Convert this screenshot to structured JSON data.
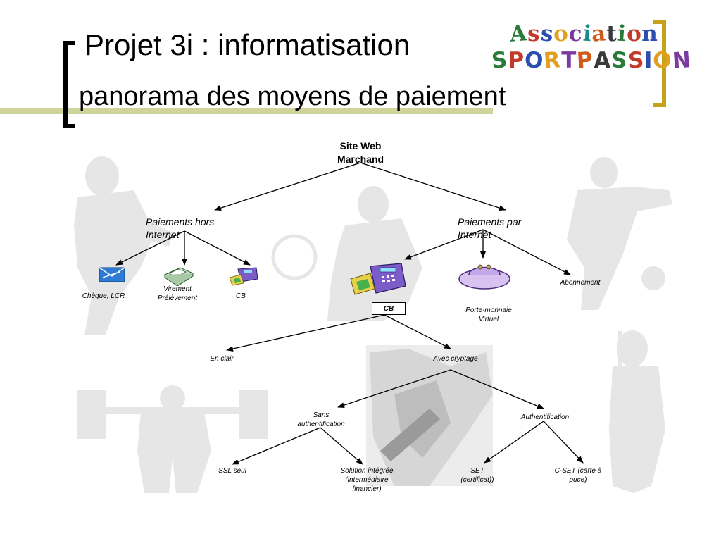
{
  "title": {
    "line1": "Projet 3i : informatisation",
    "line2": "panorama des moyens de paiement"
  },
  "logo": {
    "line1": "Association",
    "line2": "SPORT PASSION"
  },
  "diagram": {
    "root": "Site Web Marchand",
    "hors_internet": "Paiements hors Internet",
    "par_internet": "Paiements par Internet",
    "cheque": "Chèque, LCR",
    "virement": "Virement Prélèvement",
    "cb_hors": "CB",
    "cb_internet": "CB",
    "porte_monnaie": "Porte-monnaie Virtuel",
    "abonnement": "Abonnement",
    "en_clair": "En clair",
    "avec_cryptage": "Avec cryptage",
    "sans_auth": "Sans authentification",
    "authentification": "Authentification",
    "ssl": "SSL seul",
    "solution": "Solution intégrée (intermédiaire financier)",
    "set": "SET (certificat))",
    "cset": "C-SET (carte à puce)"
  },
  "colors": {
    "bracket_left": "#000000",
    "bracket_right": "#c8a11a",
    "deco_line": "#cfd49a",
    "silhouette": "#e4e4e4"
  },
  "icons": [
    "envelope-cheque-icon",
    "fax-machine-icon",
    "card-terminal-icon",
    "card-terminal-large-icon",
    "purse-icon"
  ]
}
